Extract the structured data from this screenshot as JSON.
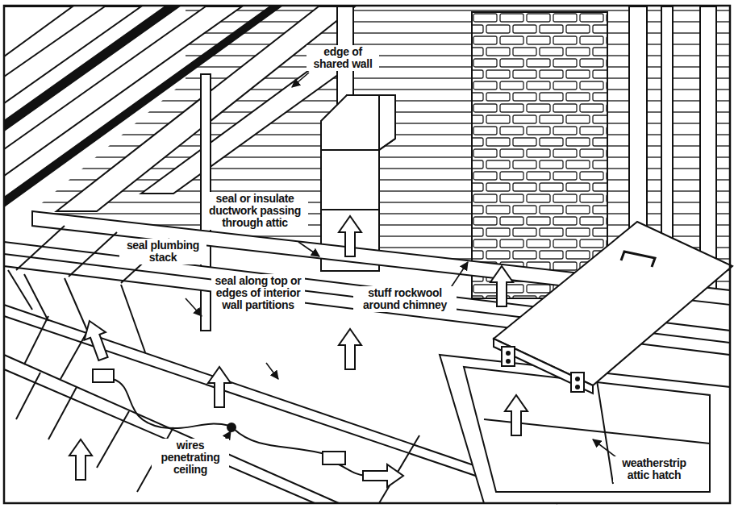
{
  "diagram": {
    "labels": [
      "edge of shared wall",
      "seal or insulate ductwork passing through attic",
      "seal plumbing stack",
      "seal along top or edges of interior wall partitions",
      "stuff rockwool around chimney",
      "wires penetrating ceiling",
      "weatherstrip attic hatch"
    ]
  }
}
